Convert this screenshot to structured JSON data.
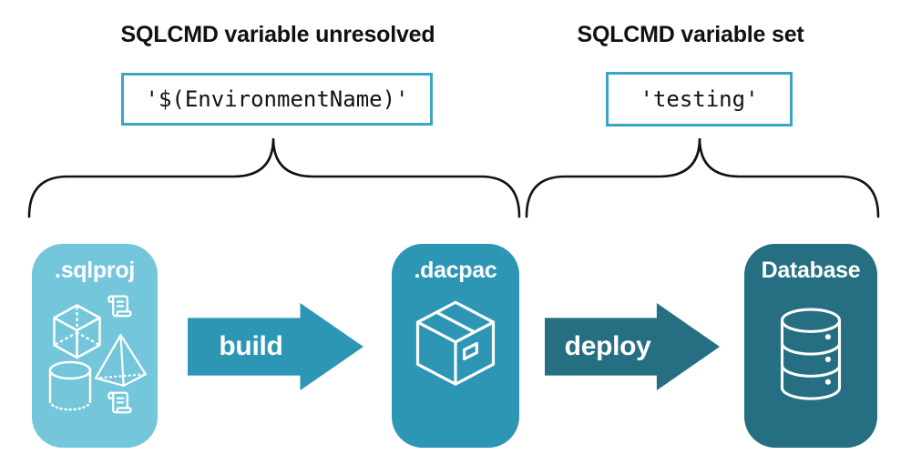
{
  "colors": {
    "light_blue": "#74C6DB",
    "teal": "#2E96B5",
    "dark_teal": "#266F82",
    "border_teal": "#3BA6C4",
    "ink": "#111111"
  },
  "annotations": {
    "left": {
      "title": "SQLCMD variable unresolved",
      "value": "'$(EnvironmentName)'"
    },
    "right": {
      "title": "SQLCMD variable set",
      "value": "'testing'"
    }
  },
  "pipeline": {
    "stages": [
      {
        "label": ".sqlproj",
        "icon": "sql-objects-icon"
      },
      {
        "label": ".dacpac",
        "icon": "package-box-icon"
      },
      {
        "label": "Database",
        "icon": "database-cylinder-icon"
      }
    ],
    "arrows": [
      {
        "label": "build"
      },
      {
        "label": "deploy"
      }
    ]
  }
}
